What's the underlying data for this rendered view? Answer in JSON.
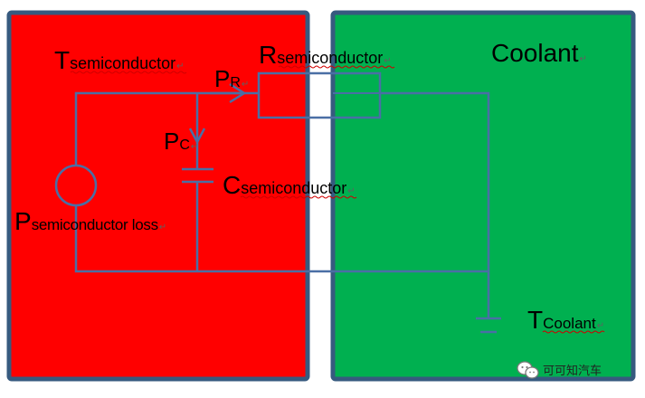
{
  "colors": {
    "frame": "#375a7f",
    "semiconductor_fill": "#ff0000",
    "coolant_fill": "#00b050",
    "wire": "#4a6fa5"
  },
  "labels": {
    "t_semi_main": "T",
    "t_semi_sub": "semiconductor",
    "r_semi_main": "R",
    "r_semi_sub": "semiconductor",
    "coolant": "Coolant",
    "pr_main": "P",
    "pr_sub": "R",
    "pc_main": "P",
    "pc_sub": "C",
    "c_semi_main": "C",
    "c_semi_sub": "semiconductor",
    "p_loss_main": "P",
    "p_loss_sub": "semiconductor loss",
    "t_cool_main": "T",
    "t_cool_sub": "Coolant",
    "return_mark": "↵"
  },
  "watermark": {
    "icon": "wechat-icon",
    "text": "可可知汽车"
  }
}
